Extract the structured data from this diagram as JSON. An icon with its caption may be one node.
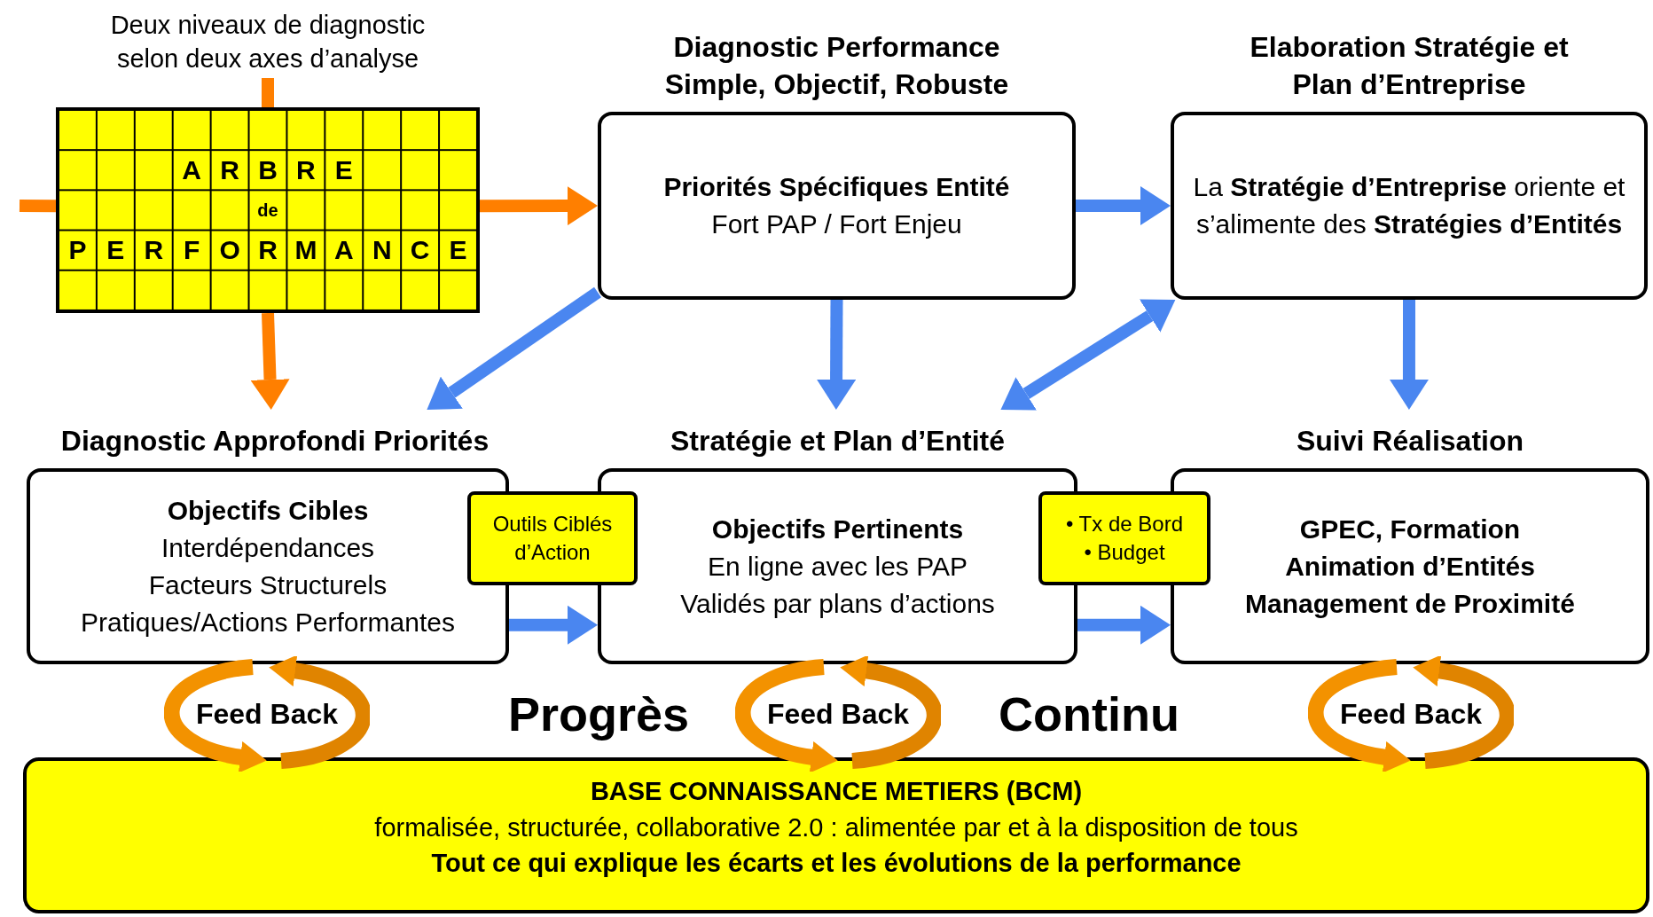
{
  "diagram": {
    "nodes": [
      {
        "text": [
          "Deux niveaux de diagnostic selon deux axes d’analyse",
          "A R B R E",
          "de",
          "P E R F O R M A N C E"
        ]
      },
      {
        "text": [
          "Diagnostic Performance Simple, Objectif, Robuste",
          "Priorités Spécifiques Entité",
          "Fort PAP / Fort Enjeu"
        ]
      },
      {
        "text": [
          "Elaboration Stratégie et Plan d’Entreprise",
          "La **Stratégie d’Entreprise** oriente et s’alimente des **Stratégies d’Entités**"
        ]
      },
      {
        "text": [
          "Diagnostic Approfondi Priorités",
          "Objectifs Cibles",
          "Interdépendances",
          "Facteurs Structurels",
          "Pratiques/Actions Performantes"
        ]
      },
      {
        "text": [
          "Outils Ciblés d’Action"
        ]
      },
      {
        "text": [
          "Stratégie et Plan d’Entité",
          "Objectifs Pertinents",
          "En ligne avec les PAP",
          "Validés par plans d’actions"
        ]
      },
      {
        "text": [
          "• Tx de Bord",
          "• Budget"
        ]
      },
      {
        "text": [
          "Suivi Réalisation",
          "GPEC, Formation",
          "Animation d’Entités",
          "Management de Proximité"
        ]
      },
      {
        "text": [
          "BASE CONNAISSANCE METIERS (BCM)",
          "formalisée, structurée, collaborative 2.0 : alimentée par et à la disposition de tous",
          "Tout ce qui explique les écarts et les évolutions de la performance"
        ]
      },
      {
        "text": [
          "Feed Back"
        ]
      },
      {
        "text": [
          "Feed Back"
        ]
      },
      {
        "text": [
          "Feed Back"
        ]
      }
    ],
    "edges": [
      {
        "from": 0,
        "to": 1,
        "arrow": "to",
        "color": "#ff7f00"
      },
      {
        "from": 0,
        "to": 3,
        "arrow": "to",
        "color": "#ff7f00"
      },
      {
        "from": null,
        "to": 0,
        "arrow": "none",
        "color": "#ff7f00"
      },
      {
        "from": null,
        "to": 0,
        "arrow": "none",
        "color": "#ff7f00"
      },
      {
        "from": 1,
        "to": 2,
        "arrow": "to"
      },
      {
        "from": 1,
        "to": 3,
        "arrow": "to"
      },
      {
        "from": 1,
        "to": 5,
        "arrow": "to"
      },
      {
        "from": 2,
        "to": 5,
        "arrow": "both"
      },
      {
        "from": 2,
        "to": 7,
        "arrow": "to"
      },
      {
        "from": 3,
        "to": 5,
        "arrow": "to"
      },
      {
        "from": 5,
        "to": 7,
        "arrow": "to"
      }
    ],
    "labels": [
      "Progrès",
      "Continu"
    ]
  }
}
